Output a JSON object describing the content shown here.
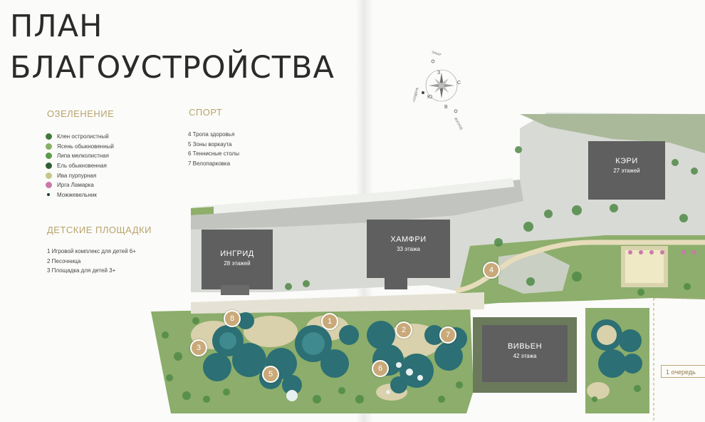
{
  "title": {
    "line1": "ПЛАН",
    "line2": "БЛАГОУСТРОЙСТВА"
  },
  "greenery": {
    "heading": "ОЗЕЛЕНЕНИЕ",
    "items": [
      {
        "label": "Клен остролистный",
        "color": "#3f7a3c"
      },
      {
        "label": "Ясень обыкновенный",
        "color": "#86b062"
      },
      {
        "label": "Липа мелколистная",
        "color": "#5d9a4c"
      },
      {
        "label": "Ель обыкновенная",
        "color": "#2e5f34"
      },
      {
        "label": "Ива пурпурная",
        "color": "#c3c88a"
      },
      {
        "label": "Ирга Ламарка",
        "color": "#c97aa8"
      },
      {
        "label": "Можжевельник",
        "color": "#1f3d28"
      }
    ]
  },
  "sport": {
    "heading": "СПОРТ",
    "items": [
      "4 Тропа здоровья",
      "5 Зоны воркаута",
      "6 Теннисные столы",
      "7 Велопарковка"
    ]
  },
  "playgrounds": {
    "heading": "ДЕТСКИЕ ПЛОЩАДКИ",
    "items": [
      "1 Игровой комплекс для детей 6+",
      "2 Песочница",
      "3 Площадка для детей 3+"
    ]
  },
  "buildings": {
    "keri": {
      "name": "КЭРИ",
      "floors": "27 этажей"
    },
    "hamfri": {
      "name": "ХАМФРИ",
      "floors": "33 этажа"
    },
    "ingrid": {
      "name": "ИНГРИД",
      "floors": "28 этажей"
    },
    "vivien": {
      "name": "ВИВЬЕН",
      "floors": "42 этажа"
    }
  },
  "markers": [
    "1",
    "2",
    "3",
    "4",
    "5",
    "6",
    "7",
    "8"
  ],
  "queue_label": "1 очередь",
  "compass": {
    "letters": [
      "С",
      "Ю",
      "З",
      "В"
    ],
    "labels": [
      "ЗАКАТ",
      "ПОЛДЕНЬ",
      "ВОСХОД"
    ]
  },
  "colors": {
    "gold": "#b8a36c",
    "building": "#5f5f5f",
    "water": "#2b6f73",
    "sand": "#d9d2ad",
    "lawn": "#86a963",
    "paving": "#cfd2cd"
  }
}
